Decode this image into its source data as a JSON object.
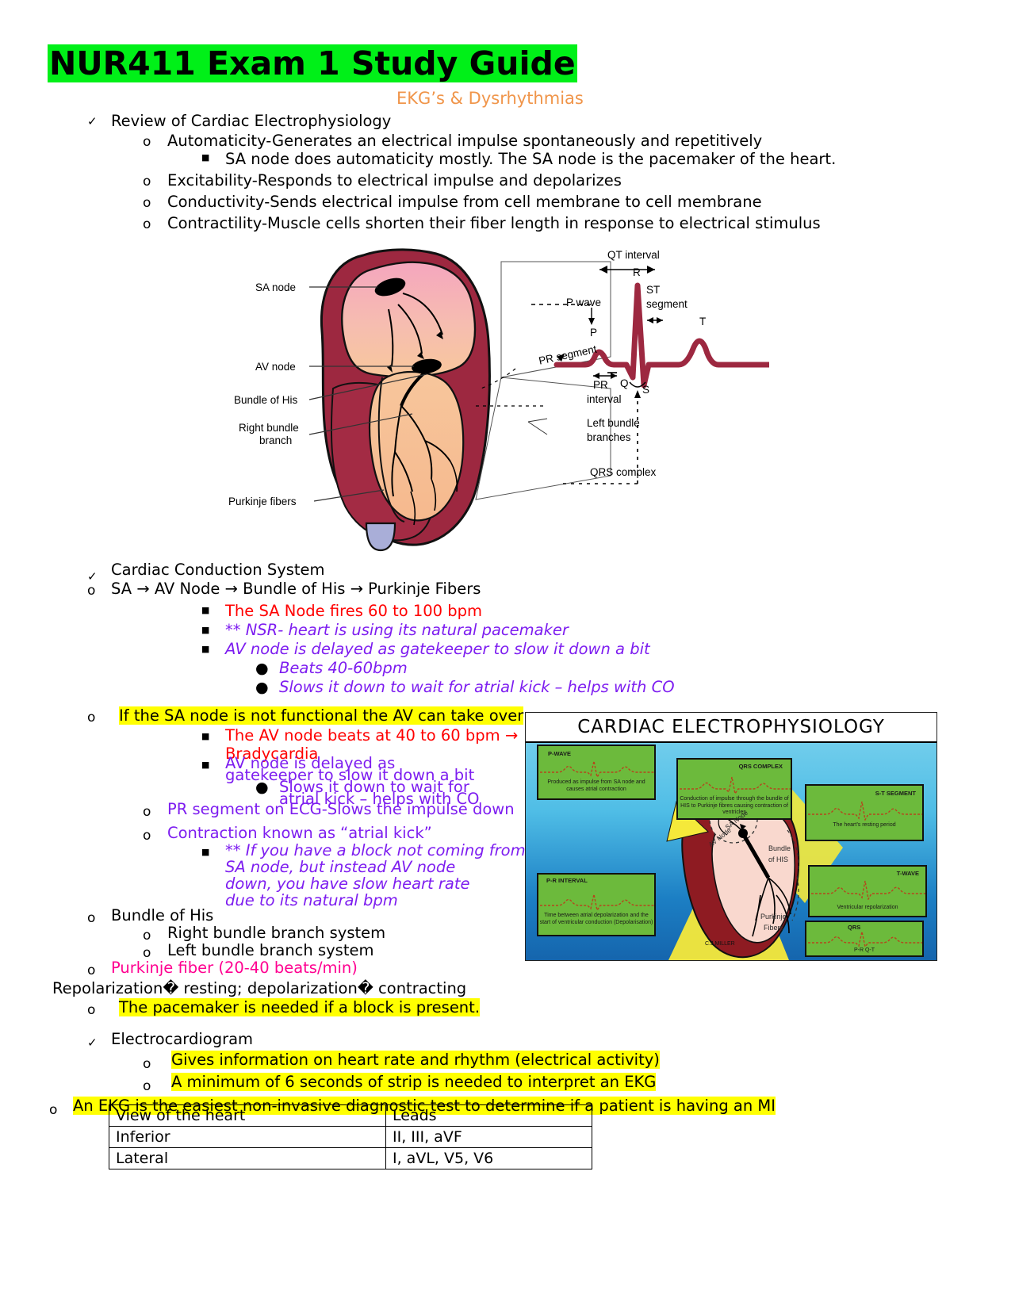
{
  "doc": {
    "title": "NUR411 Exam 1 Study Guide",
    "subtitle": "EKG’s & Dysrhythmias"
  },
  "outline": {
    "review_heading": "Review of Cardiac Electrophysiology",
    "automaticity": "Automaticity-Generates an electrical impulse spontaneously and repetitively",
    "sa_pacemaker": "SA node does automaticity mostly. The SA node is the pacemaker of the heart.",
    "excitability": "Excitability-Responds to electrical impulse and depolarizes",
    "conductivity": "Conductivity-Sends electrical impulse from cell membrane to cell membrane",
    "contractility": "Contractility-Muscle cells shorten their fiber length in response to electrical stimulus",
    "conduction_heading": "Cardiac Conduction System",
    "pathway": "SA → AV Node → Bundle of His → Purkinje Fibers",
    "sa_fires": "The SA Node fires 60 to 100 bpm",
    "nsr": "** NSR- heart is using its natural pacemaker",
    "av_delay": "AV node is delayed as gatekeeper to slow it down a bit",
    "beats_40_60": "Beats 40-60bpm",
    "slows_atrial_kick": "Slows it down to wait for atrial kick – helps with CO",
    "sa_not_functional": "If the SA node is not functional the AV can take over",
    "av_40_60": "The AV node beats at 40 to 60 bpm →",
    "bradycardia": "Bradycardia",
    "av_delay2_l1": "AV node is delayed as",
    "av_delay2_l2": "gatekeeper to slow it down a bit",
    "slows_wait_l1": "Slows it down to wait for",
    "slows_wait_l2": "atrial kick – helps with CO",
    "pr_segment": "PR segment on ECG-Slows the impulse down",
    "atrial_kick": "Contraction known as “atrial kick”",
    "block_note_l1": "** If you have a block not coming from",
    "block_note_l2": "SA node, but instead AV node",
    "block_note_l3": "down, you have slow heart rate",
    "block_note_l4": "due to its natural bpm",
    "bundle_of_his": "Bundle of His",
    "right_bundle": "Right bundle branch system",
    "left_bundle": "Left bundle branch system",
    "purkinje": "Purkinje fiber (20-40 beats/min)",
    "repol_depol": "Repolarization� resting; depolarization� contracting",
    "pacemaker_block": "The pacemaker is needed if a block is present.",
    "ecg_heading": "Electrocardiogram",
    "ecg_info": "Gives information on heart rate and rhythm (electrical activity)",
    "ecg_6sec": "A minimum of 6 seconds of strip is needed to interpret an EKG",
    "ekg_mi": "An EKG is the easiest non-invasive diagnostic test to determine if a patient is having an MI"
  },
  "bullets": {
    "check": "✓",
    "circle": "o",
    "square": "■",
    "dot": "●"
  },
  "heart_figure": {
    "labels": {
      "sa_node": "SA node",
      "av_node": "AV node",
      "bundle_of_his": "Bundle of His",
      "right_bundle_l1": "Right bundle",
      "right_bundle_l2": "branch",
      "purkinje_fibers": "Purkinje fibers",
      "p_wave": "P wave",
      "pr_segment": "PR segment",
      "pr_interval_l1": "PR",
      "pr_interval_l2": "interval",
      "qt_interval": "QT interval",
      "st_l1": "ST",
      "st_l2": "segment",
      "left_bundle_l1": "Left bundle",
      "left_bundle_l2": "branches",
      "qrs_complex": "QRS complex",
      "p": "P",
      "q": "Q",
      "r": "R",
      "s": "S",
      "t": "T"
    }
  },
  "ep_figure": {
    "title": "CARDIAC ELECTROPHYSIOLOGY",
    "boxes": [
      {
        "name": "p-wave",
        "title": "P-WAVE",
        "desc": "Produced as impulse from SA node and causes atrial contraction"
      },
      {
        "name": "qrs-complex",
        "title": "QRS COMPLEX",
        "desc": "Conduction of impulse through the bundle of HIS to Purkinje fibres causing contraction of ventricles"
      },
      {
        "name": "st-segment",
        "title": "S-T SEGMENT",
        "desc": "The heart’s resting period"
      },
      {
        "name": "t-wave",
        "title": "T-WAVE",
        "desc": "Ventricular repolarization"
      },
      {
        "name": "pr-interval",
        "title": "P-R INTERVAL",
        "desc": "Time between atrial depolarization and the start of ventricular conduction (Depolarisation)"
      },
      {
        "name": "qrs-qt",
        "title": "QRS",
        "desc": "P-R        Q-T"
      }
    ],
    "heart_labels": {
      "sa_node": "SA Node",
      "av_node": "AV Node",
      "bundle_of_his_l1": "Bundle",
      "bundle_of_his_l2": "of HIS",
      "purkinje_l1": "Purkinje",
      "purkinje_l2": "Fibers"
    },
    "credit": "C.J.MILLER"
  },
  "leads_table": {
    "headers": [
      "View of the heart",
      "Leads"
    ],
    "rows": [
      [
        "Inferior",
        "II, III, aVF"
      ],
      [
        "Lateral",
        "I, aVL, V5, V6"
      ]
    ]
  }
}
